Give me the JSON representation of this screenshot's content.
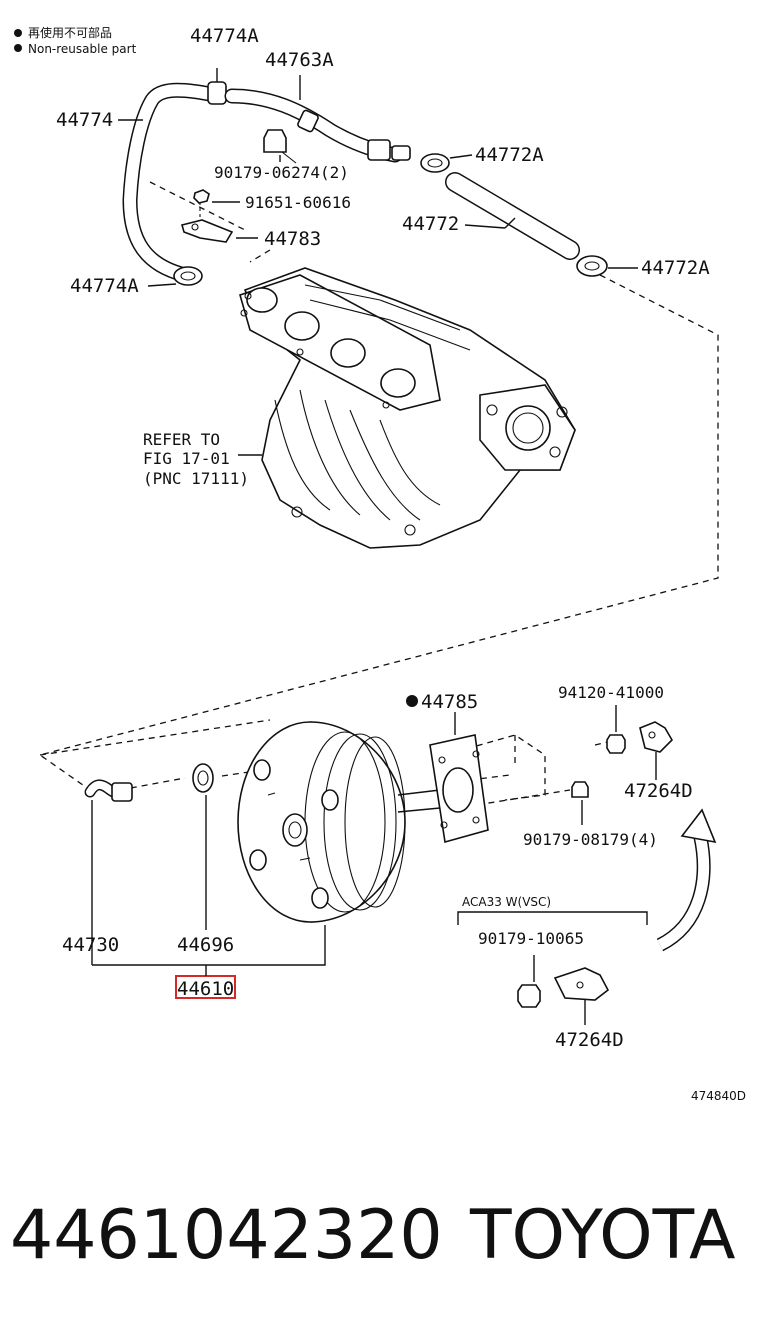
{
  "legend": {
    "line1": "再使用不可部品",
    "line2": "Non-reusable part"
  },
  "callouts": {
    "c_44774A_top": "44774A",
    "c_44763A": "44763A",
    "c_44774": "44774",
    "c_90179_06274": "90179-06274(2)",
    "c_44772A_upper": "44772A",
    "c_91651_60616": "91651-60616",
    "c_44772": "44772",
    "c_44783": "44783",
    "c_44774A_mid": "44774A",
    "c_44772A_lower": "44772A",
    "c_44785": "44785",
    "c_94120_41000": "94120-41000",
    "c_47264D_upper": "47264D",
    "c_90179_08179": "90179-08179(4)",
    "c_aca33": "ACA33  W(VSC)",
    "c_90179_10065": "90179-10065",
    "c_47264D_lower": "47264D",
    "c_44730": "44730",
    "c_44696": "44696",
    "c_44610": "44610"
  },
  "refer": {
    "line1": "REFER TO",
    "line2": "FIG 17-01",
    "line3": "(PNC 17111)"
  },
  "figure_code": "474840D",
  "footer": {
    "part_number": "4461042320",
    "brand": "TOYOTA"
  },
  "highlight_color": "#d62828"
}
